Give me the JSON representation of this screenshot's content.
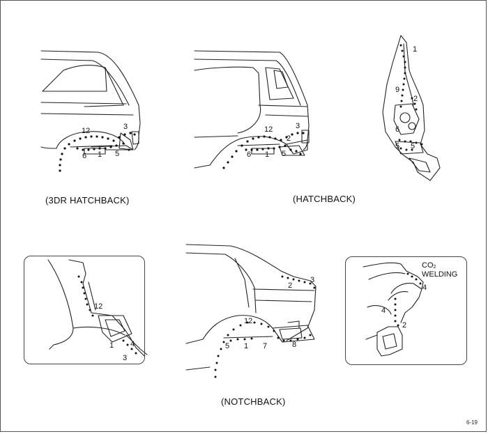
{
  "captions": {
    "hatch3dr": "(3DR HATCHBACK)",
    "hatchback": "(HATCHBACK)",
    "notchback": "(NOTCHBACK)"
  },
  "co2": {
    "line1": "CO",
    "subscript": "2",
    "line2": "WELDING"
  },
  "page_number": "6-19",
  "labels": {
    "hatch3dr": [
      "12",
      "3",
      "6",
      "1",
      "5"
    ],
    "hatchback": [
      "12",
      "3",
      "6",
      "1",
      "5",
      "2"
    ],
    "pillar": [
      "1",
      "9",
      "2",
      "6",
      "5",
      "5"
    ],
    "inset_left": [
      "12",
      "1",
      "4",
      "3"
    ],
    "notchback": [
      "3",
      "2",
      "12",
      "5",
      "1",
      "7",
      "8"
    ],
    "inset_right": [
      "4",
      "4",
      "2"
    ]
  },
  "colors": {
    "line": "#222222",
    "weld_dot": "#111111",
    "frame": "#444444"
  }
}
